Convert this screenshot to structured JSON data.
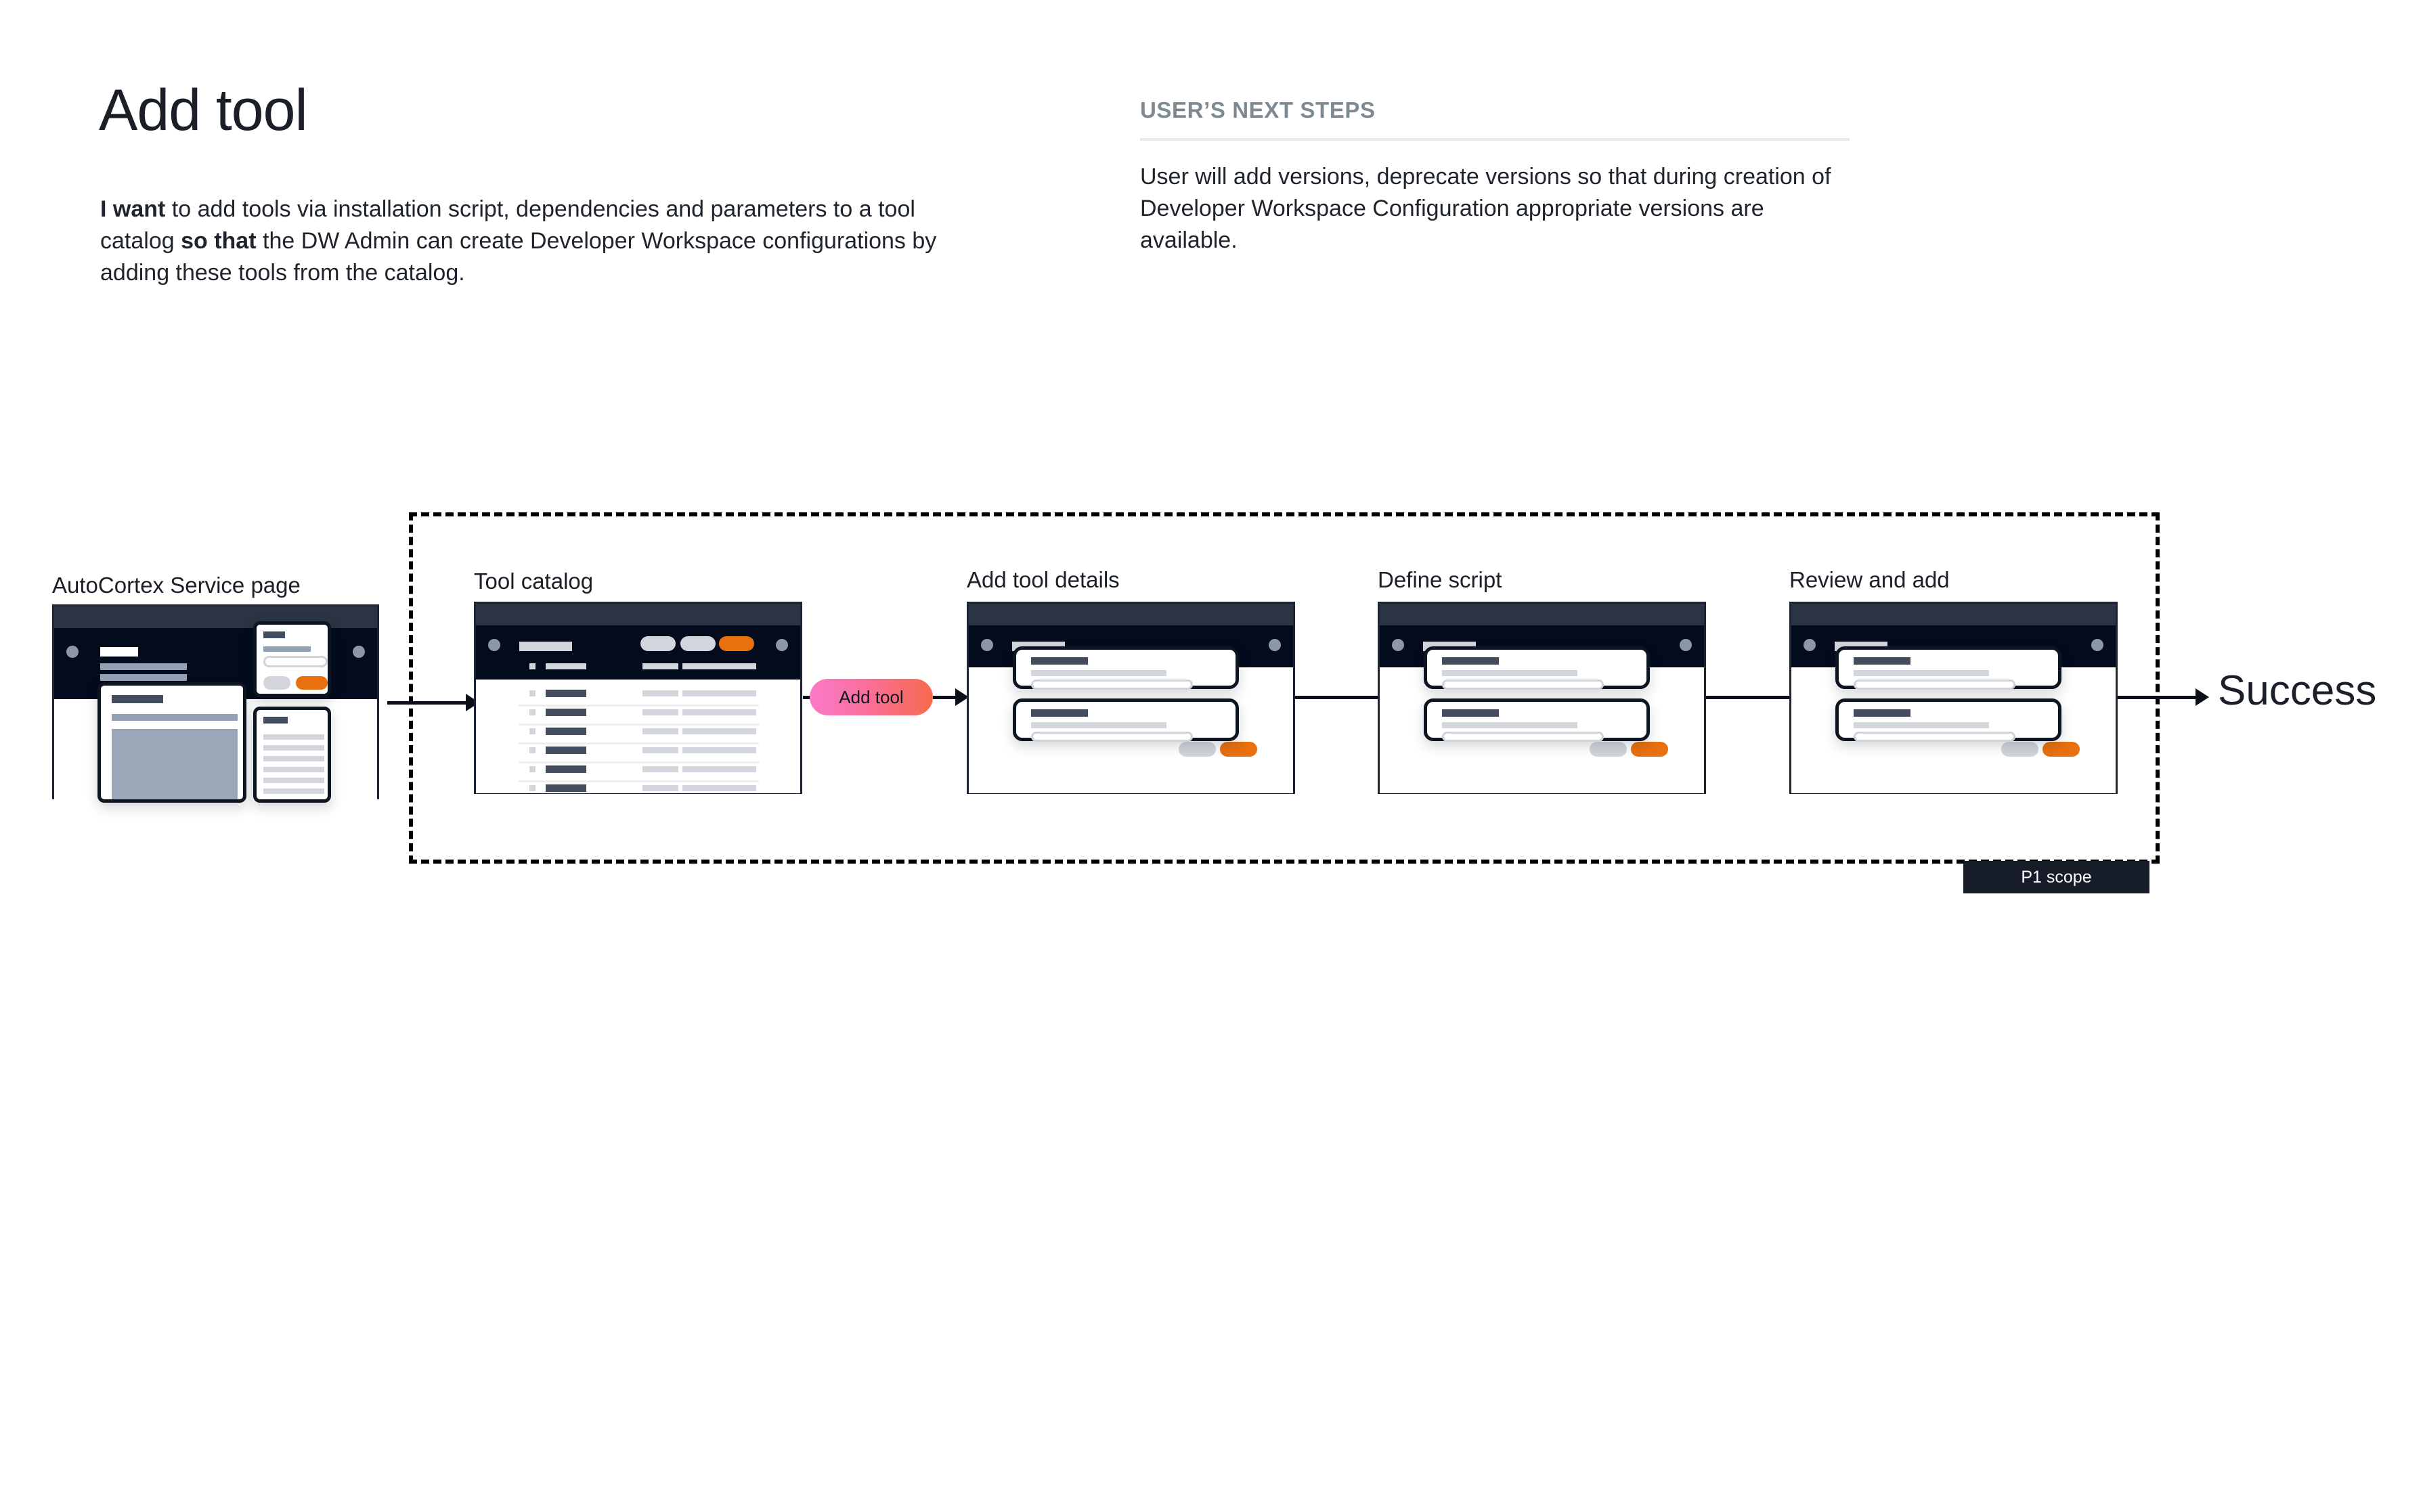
{
  "page": {
    "title": "Add tool",
    "story": {
      "lead": "I want",
      "part1": " to add tools via installation script, dependencies and parameters to a tool catalog ",
      "emphasis": "so that",
      "part2": " the DW Admin can create Developer Workspace configurations by adding these tools from the catalog."
    }
  },
  "next_steps": {
    "heading": "USER’S NEXT STEPS",
    "body": "User will add versions, deprecate versions so that during creation of Developer Workspace Configuration appropriate versions are available."
  },
  "flow": {
    "entry_step_label": "AutoCortex Service page",
    "steps": [
      {
        "label": "Tool catalog"
      },
      {
        "label": "Add tool details"
      },
      {
        "label": "Define script"
      },
      {
        "label": "Review and add"
      }
    ],
    "transition_badge": "Add tool",
    "terminal_label": "Success",
    "scope_badge": "P1 scope"
  },
  "colors": {
    "accent_orange": "#e8700f",
    "header_dark": "#030b1c",
    "topbar": "#2b3443",
    "scope_badge_bg": "#161d29",
    "badge_gradient_start": "#fb7ac9",
    "badge_gradient_end": "#f76a4d",
    "next_steps_heading": "#7d8a91"
  }
}
